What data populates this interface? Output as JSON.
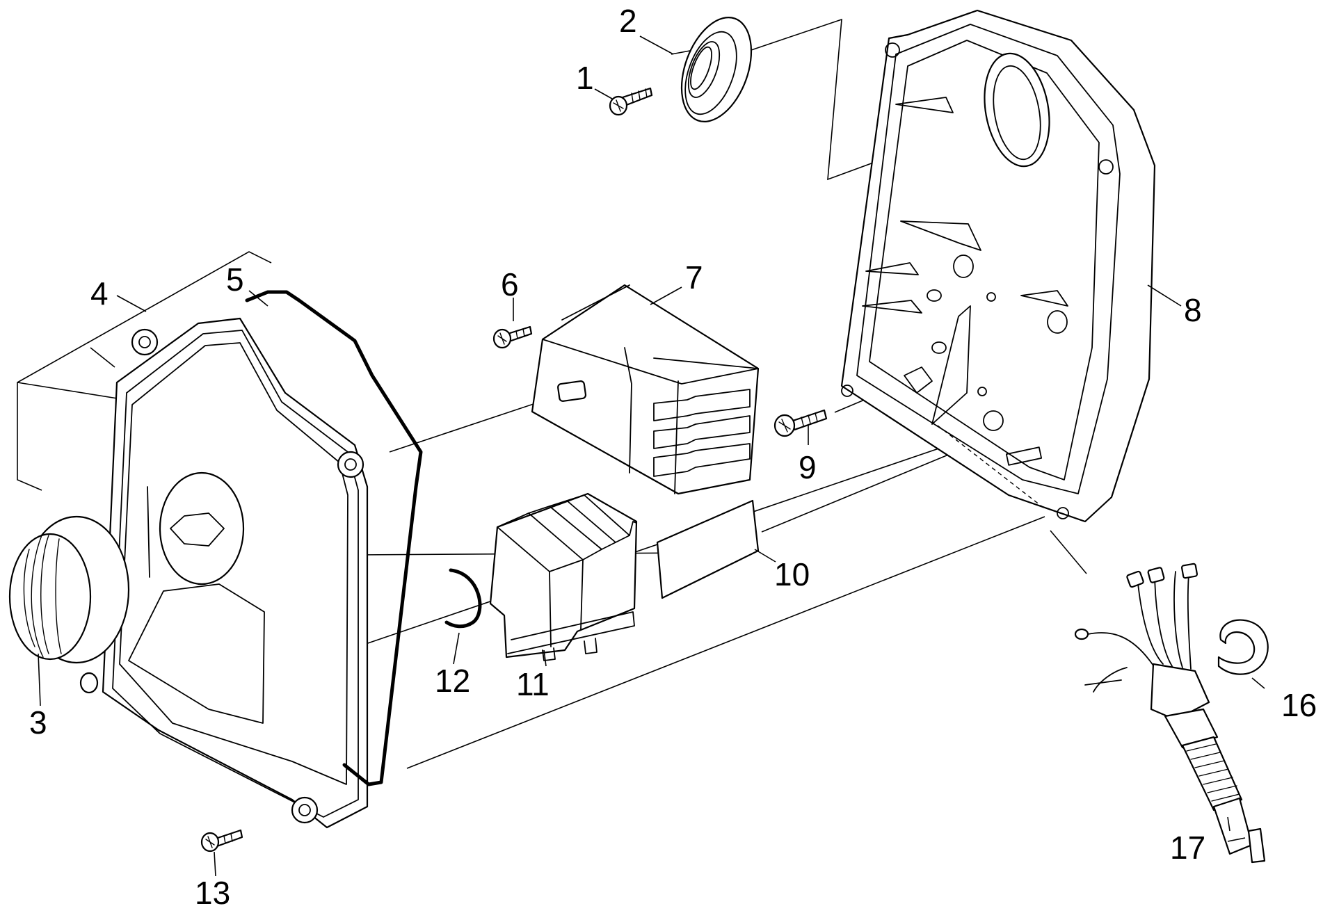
{
  "callouts": [
    {
      "id": "1",
      "label": "1"
    },
    {
      "id": "2",
      "label": "2"
    },
    {
      "id": "3",
      "label": "3"
    },
    {
      "id": "4",
      "label": "4"
    },
    {
      "id": "5",
      "label": "5"
    },
    {
      "id": "6",
      "label": "6"
    },
    {
      "id": "7",
      "label": "7"
    },
    {
      "id": "8",
      "label": "8"
    },
    {
      "id": "9",
      "label": "9"
    },
    {
      "id": "10",
      "label": "10"
    },
    {
      "id": "11",
      "label": "11"
    },
    {
      "id": "12",
      "label": "12"
    },
    {
      "id": "13",
      "label": "13"
    },
    {
      "id": "16",
      "label": "16"
    },
    {
      "id": "17",
      "label": "17"
    }
  ]
}
